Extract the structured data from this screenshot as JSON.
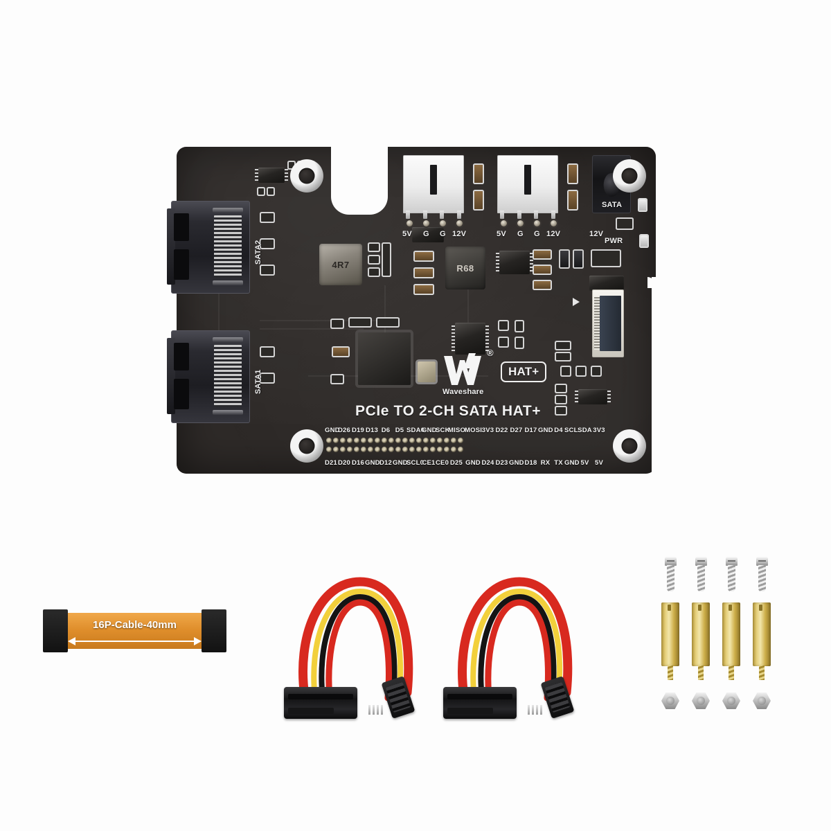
{
  "product": {
    "board_title": "PCIe TO 2-CH SATA HAT+",
    "brand": "Waveshare",
    "brand_mark": "®",
    "hat_badge": "HAT+"
  },
  "board": {
    "ports": [
      {
        "name": "sata2-port",
        "label": "SATA2"
      },
      {
        "name": "sata1-port",
        "label": "SATA1"
      }
    ],
    "power_headers": [
      {
        "name": "power-header-1",
        "pins": [
          "5V",
          "G",
          "G",
          "12V"
        ]
      },
      {
        "name": "power-header-2",
        "pins": [
          "5V",
          "G",
          "G",
          "12V"
        ]
      }
    ],
    "indicators": [
      {
        "name": "sata-led-label",
        "label": "SATA"
      },
      {
        "name": "pwr-led-label",
        "label": "PWR"
      }
    ],
    "jack_label": "12V",
    "inductors": [
      {
        "name": "inductor-4r7",
        "marking": "4R7"
      },
      {
        "name": "inductor-r68",
        "marking": "R68"
      }
    ],
    "gpio": {
      "top_row": [
        "GND",
        "D26",
        "D19",
        "D13",
        "D6",
        "D5",
        "SDA0",
        "GND",
        "SCK",
        "MISO",
        "MOSI",
        "3V3",
        "D22",
        "D27",
        "D17",
        "GND",
        "D4",
        "SCL",
        "SDA",
        "3V3"
      ],
      "bottom_row": [
        "D21",
        "D20",
        "D16",
        "GND",
        "D12",
        "GND",
        "SCL0",
        "CE1",
        "CE0",
        "D25",
        "GND",
        "D24",
        "D23",
        "GND",
        "D18",
        "RX",
        "TX",
        "GND",
        "5V",
        "5V"
      ]
    }
  },
  "accessories": {
    "fpc_cable": {
      "label": "16P-Cable-40mm"
    },
    "sata_cables": [
      {
        "name": "sata-combo-cable-1"
      },
      {
        "name": "sata-combo-cable-2"
      }
    ],
    "screws": [
      {
        "name": "screw-1"
      },
      {
        "name": "screw-2"
      },
      {
        "name": "screw-3"
      },
      {
        "name": "screw-4"
      }
    ],
    "standoffs": [
      {
        "name": "standoff-1"
      },
      {
        "name": "standoff-2"
      },
      {
        "name": "standoff-3"
      },
      {
        "name": "standoff-4"
      }
    ],
    "nuts": [
      {
        "name": "nut-1"
      },
      {
        "name": "nut-2"
      },
      {
        "name": "nut-3"
      },
      {
        "name": "nut-4"
      }
    ]
  },
  "colors": {
    "pcb": "#2e2a28",
    "silkscreen": "#f2f2f2",
    "flex_cable": "#e08f2c",
    "wire_red": "#d8291f",
    "wire_yellow": "#f2d03b",
    "wire_black": "#141414",
    "brass": "#cdae49",
    "background": "#ffffff"
  }
}
